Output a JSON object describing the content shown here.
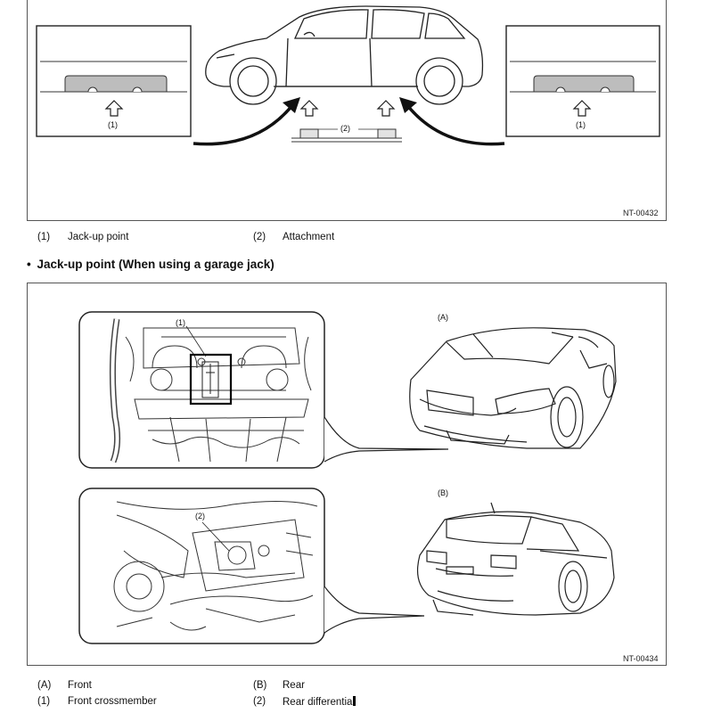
{
  "figure_top": {
    "code": "NT-00432",
    "callout_1": "(1)",
    "callout_2": "(2)",
    "captions": [
      {
        "num": "(1)",
        "text": "Jack-up point"
      },
      {
        "num": "(2)",
        "text": "Attachment"
      }
    ]
  },
  "section": {
    "bullet": "•",
    "heading": "Jack-up point (When using a garage jack)"
  },
  "figure_bottom": {
    "code": "NT-00434",
    "label_a": "(A)",
    "label_b": "(B)",
    "callout_1": "(1)",
    "callout_2": "(2)",
    "captions_left": [
      {
        "num": "(A)",
        "text": "Front"
      },
      {
        "num": "(1)",
        "text": "Front crossmember"
      }
    ],
    "captions_right": [
      {
        "num": "(B)",
        "text": "Rear"
      },
      {
        "num": "(2)",
        "text": "Rear differentia"
      }
    ]
  }
}
